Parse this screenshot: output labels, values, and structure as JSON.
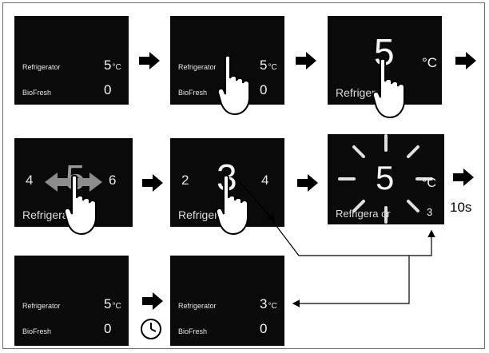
{
  "labels": {
    "refrigerator": "Refrigerator",
    "biofresh": "BioFresh",
    "refriger_partial": "Refriger",
    "refrigera_partial": "Refrigera",
    "refrigerat_partial": "Refrigerat",
    "refrigera_or": "Refrigera or"
  },
  "values": {
    "start_temp": "5",
    "start_bio": "0",
    "new_temp": "3",
    "left_neighbor_a": "4",
    "right_neighbor_a": "6",
    "left_neighbor_b": "2",
    "right_neighbor_b": "4",
    "flash_small": "3",
    "unit_small": "°C",
    "unit_big": "°C",
    "delay": "10s"
  },
  "colors": {
    "screen": "#0a0a0a",
    "text": "#f2f2f2",
    "arrow": "#000000"
  },
  "icons": [
    "pointing-hand-icon",
    "right-arrow-icon",
    "clock-icon",
    "swipe-arrow-icon",
    "flash-rays-icon"
  ]
}
